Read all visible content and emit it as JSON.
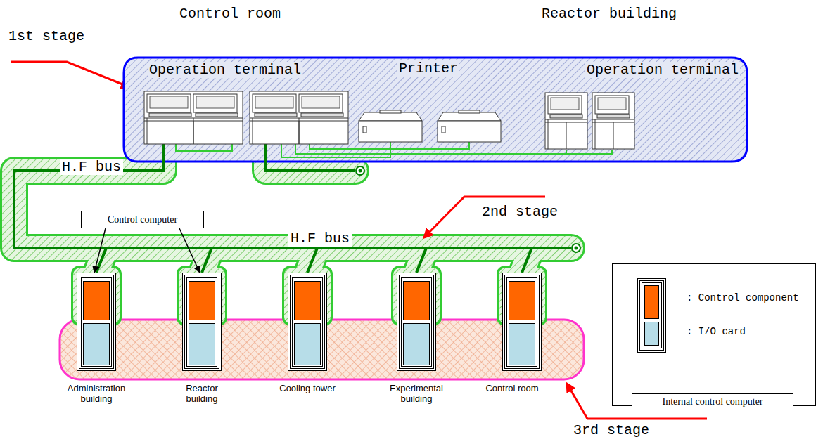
{
  "diagram": {
    "nodes": [
      {
        "text": [
          "Operation terminal",
          "Printer",
          "Operation terminal"
        ]
      },
      {
        "text": [
          "Control computer"
        ]
      },
      {
        "text": [
          "Administration building"
        ]
      },
      {
        "text": [
          "Reactor building"
        ]
      },
      {
        "text": [
          "Cooling tower"
        ]
      },
      {
        "text": [
          "Experimental building"
        ]
      },
      {
        "text": [
          "Control room"
        ]
      }
    ],
    "edges": [
      {
        "from": 1,
        "to": 2,
        "arrow": "to"
      },
      {
        "from": 1,
        "to": 3,
        "arrow": "to"
      }
    ],
    "labels": [
      "Control room",
      "Reactor building",
      "1st stage",
      "H.F bus",
      "2nd stage",
      "H.F bus",
      "3rd stage",
      "Internal control computer"
    ],
    "legend": [
      {
        "text": ": Control component",
        "color": "#ff6600"
      },
      {
        "text": ": I/O card",
        "color": "#b7dde8"
      }
    ]
  }
}
